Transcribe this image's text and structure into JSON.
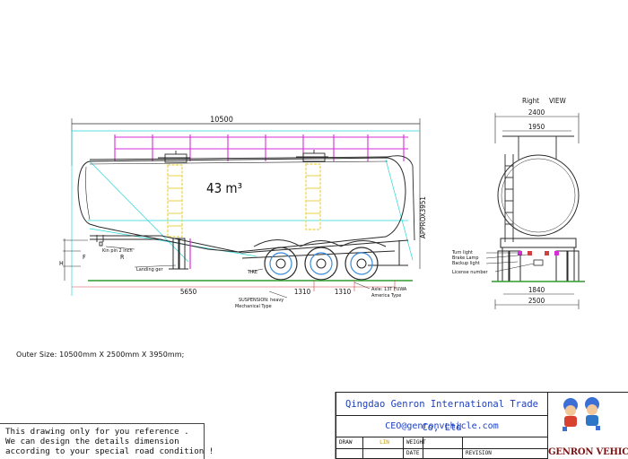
{
  "side_view": {
    "overall_length": "10500",
    "volume": "43 m³",
    "height_label": "APPROX3951",
    "front_dim": "5650",
    "axle_spacing_1": "1310",
    "axle_spacing_2": "1310",
    "callouts": {
      "king_pin": "Kin pin 2 inch",
      "landing_gear": "Landing ger",
      "tire": "TIRE",
      "suspension": "SUSPENSION: heavy",
      "mechanical_type": "Mechanical Type",
      "axle": "Axle: 13T FUWA",
      "america_type": "America Type"
    },
    "markers": {
      "f": "F",
      "r": "R",
      "h": "H"
    }
  },
  "right_view": {
    "title_left": "Right",
    "title_right": "VIEW",
    "width_top": "2400",
    "width_inner": "1950",
    "track": "1840",
    "width_bottom": "2500",
    "lights": [
      "Turn light",
      "Brake Lamp",
      "Backup light",
      "License number"
    ]
  },
  "outer_size": "Outer Size: 10500mm X 2500mm X 3950mm;",
  "note_lines": [
    "This drawing only for you reference .",
    "We can design the details dimension",
    "according to your special road condition !"
  ],
  "title_block": {
    "company": "Qingdao Genron International Trade Co, Ltd",
    "email": "CEO@genronvehicle.com",
    "draw_label": "DRAW",
    "drawer_name": "LIN",
    "weight_label": "WEIGHT",
    "date_label": "DATE",
    "revision_label": "REVISION"
  },
  "logo": {
    "text": "GENRON VEHICLE"
  },
  "colors": {
    "structure": "#2a2a2a",
    "cyan_guide": "#27d8d8",
    "magenta_rail": "#d62ed6",
    "ladder_yellow": "#e8d24a",
    "ground_green": "#2f9b2f",
    "dim_red": "#d04040",
    "company_blue": "#1d3fbf"
  }
}
